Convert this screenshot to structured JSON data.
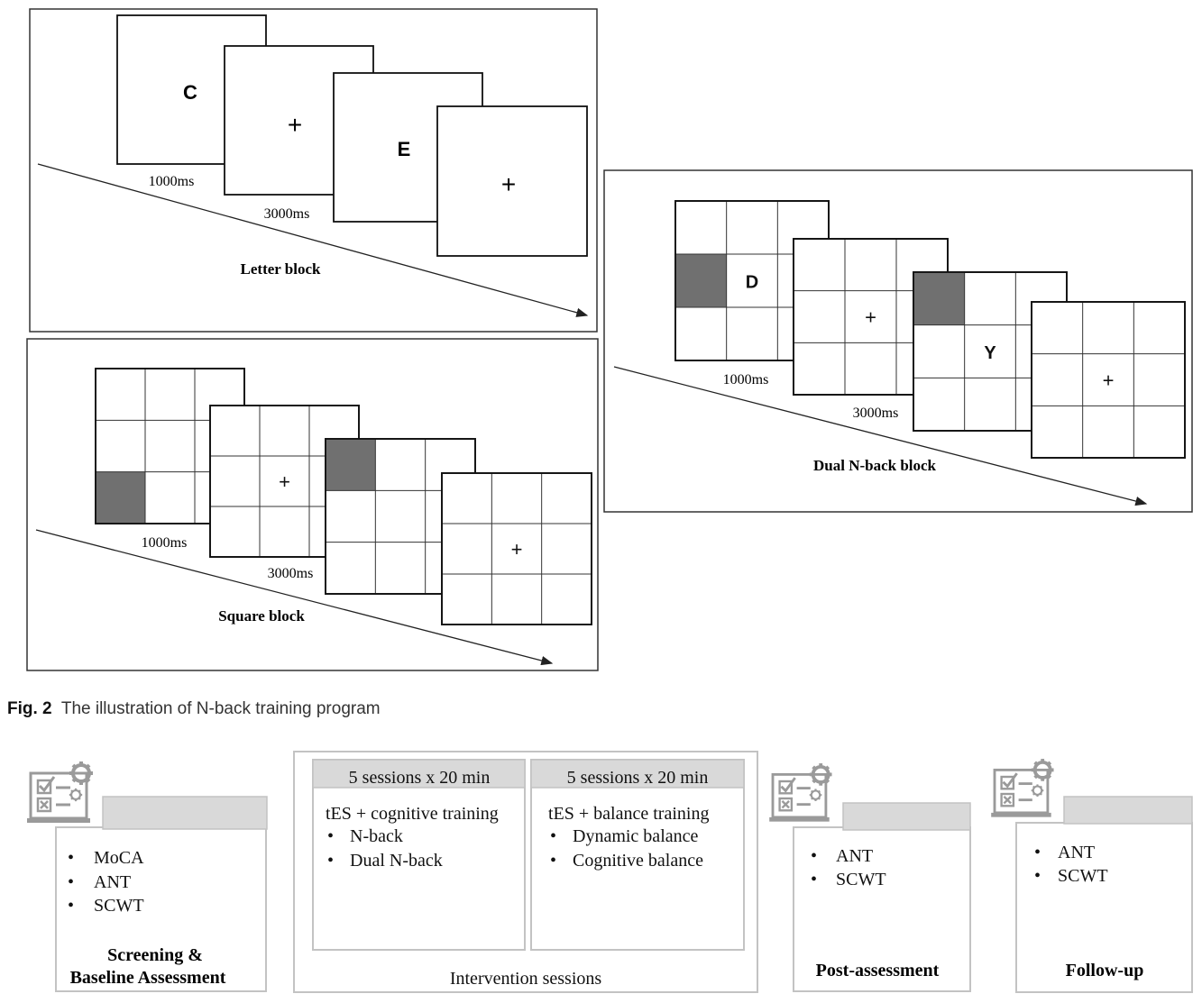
{
  "figure": {
    "letter_block": {
      "title": "Letter block",
      "letters": [
        "C",
        "E"
      ],
      "fixation": "+",
      "timing": [
        "1000ms",
        "3000ms"
      ]
    },
    "square_block": {
      "title": "Square block",
      "fixation": "+",
      "timing": [
        "1000ms",
        "3000ms"
      ]
    },
    "dual_block": {
      "title": "Dual N-back block",
      "letters": [
        "D",
        "Y"
      ],
      "fixation": "+",
      "timing": [
        "1000ms",
        "3000ms"
      ]
    },
    "caption_label": "Fig. 2",
    "caption_text": "The illustration of N-back training program",
    "colors": {
      "filled_cell": "#707070",
      "line": "#222222",
      "panel_gray": "#d9d9d9",
      "panel_border": "#bdbdbd"
    }
  },
  "timeline": {
    "screening": {
      "bullets": [
        "MoCA",
        "ANT",
        "SCWT"
      ],
      "label_line1": "Screening &",
      "label_line2": "Baseline Assessment"
    },
    "intervention": {
      "left_header": "5 sessions x 20 min",
      "left_title": "tES + cognitive training",
      "left_bullets": [
        "N-back",
        "Dual N-back"
      ],
      "right_header": "5 sessions x 20 min",
      "right_title": "tES + balance training",
      "right_bullets": [
        "Dynamic balance",
        "Cognitive balance"
      ],
      "label": "Intervention sessions"
    },
    "post": {
      "bullets": [
        "ANT",
        "SCWT"
      ],
      "label": "Post-assessment"
    },
    "follow": {
      "bullets": [
        "ANT",
        "SCWT"
      ],
      "label": "Follow-up"
    },
    "icons": [
      "checklist-gear-icon"
    ]
  }
}
